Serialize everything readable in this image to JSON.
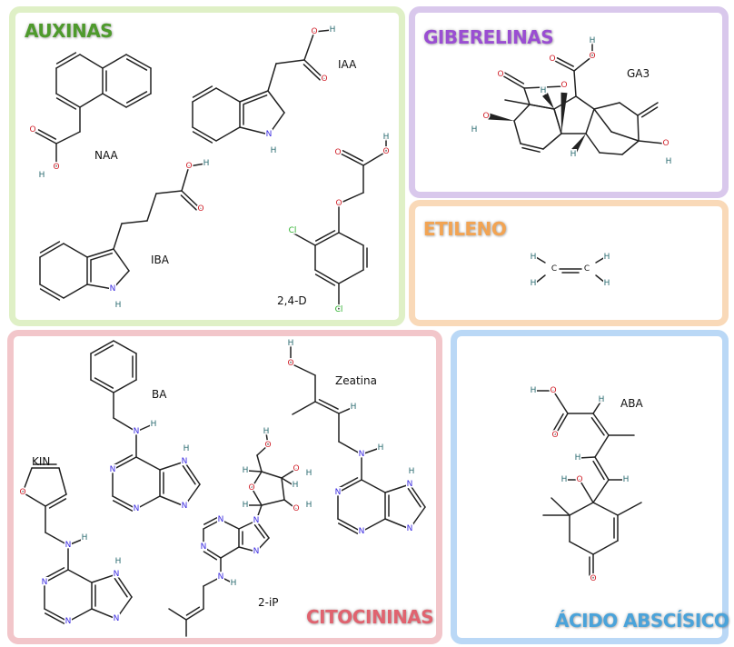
{
  "panels": {
    "auxinas": {
      "title": "AUXINAS",
      "color": "#4e9a2c",
      "border": "#dff0c6"
    },
    "giberelinas": {
      "title": "GIBERELINAS",
      "color": "#9a4ed2",
      "border": "#d9c8ec"
    },
    "etileno": {
      "title": "ETILENO",
      "color": "#f2a453",
      "border": "#f9d9b8"
    },
    "citocininas": {
      "title": "CITOCININAS",
      "color": "#e0636f",
      "border": "#f2c6ca"
    },
    "aba": {
      "title": "ÁCIDO ABSCÍSICO",
      "color": "#4aa3da",
      "border": "#bad8f6"
    }
  },
  "molecules": {
    "naa": "NAA",
    "iaa": "IAA",
    "iba": "IBA",
    "d24": "2,4-D",
    "ga3": "GA3",
    "ba": "BA",
    "kin": "KIN",
    "zeatina": "Zeatina",
    "ip": "2-iP",
    "aba": "ABA"
  },
  "atom_symbols": {
    "O": "O",
    "H": "H",
    "N": "N",
    "Cl": "Cl",
    "C": "C"
  },
  "atom_colors": {
    "O": "#d0202a",
    "H": "#2a6a70",
    "N": "#3a2ae0",
    "Cl": "#2ab02a",
    "C": "#111111"
  }
}
